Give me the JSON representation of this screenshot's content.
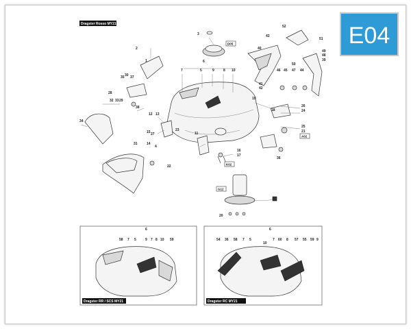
{
  "badge": "E04",
  "main": {
    "caption": "Dragster Rosso MY21",
    "codes": [
      "D05",
      "K02",
      "A02",
      "G12"
    ],
    "numbers": [
      "1",
      "2",
      "3",
      "4",
      "5",
      "6",
      "7",
      "8",
      "9",
      "10",
      "11",
      "12",
      "13",
      "14",
      "15",
      "16",
      "17",
      "18",
      "19",
      "20",
      "21",
      "22",
      "23",
      "24",
      "25",
      "26",
      "27",
      "28",
      "29",
      "30",
      "31",
      "32",
      "33",
      "34",
      "35",
      "36",
      "37",
      "38",
      "39",
      "40",
      "41",
      "42",
      "43",
      "44",
      "45",
      "46",
      "47",
      "48",
      "49",
      "50",
      "51",
      "52"
    ]
  },
  "inset_left": {
    "caption": "Dragster RR / SCS MY21",
    "top_number": "6",
    "numbers": [
      "58",
      "7",
      "5",
      "9",
      "7",
      "8",
      "10",
      "59"
    ]
  },
  "inset_right": {
    "caption": "Dragster RC MY21",
    "top_number": "6",
    "numbers": [
      "54",
      "36",
      "58",
      "7",
      "5",
      "10",
      "7",
      "60",
      "8",
      "57",
      "55",
      "59",
      "9"
    ]
  }
}
